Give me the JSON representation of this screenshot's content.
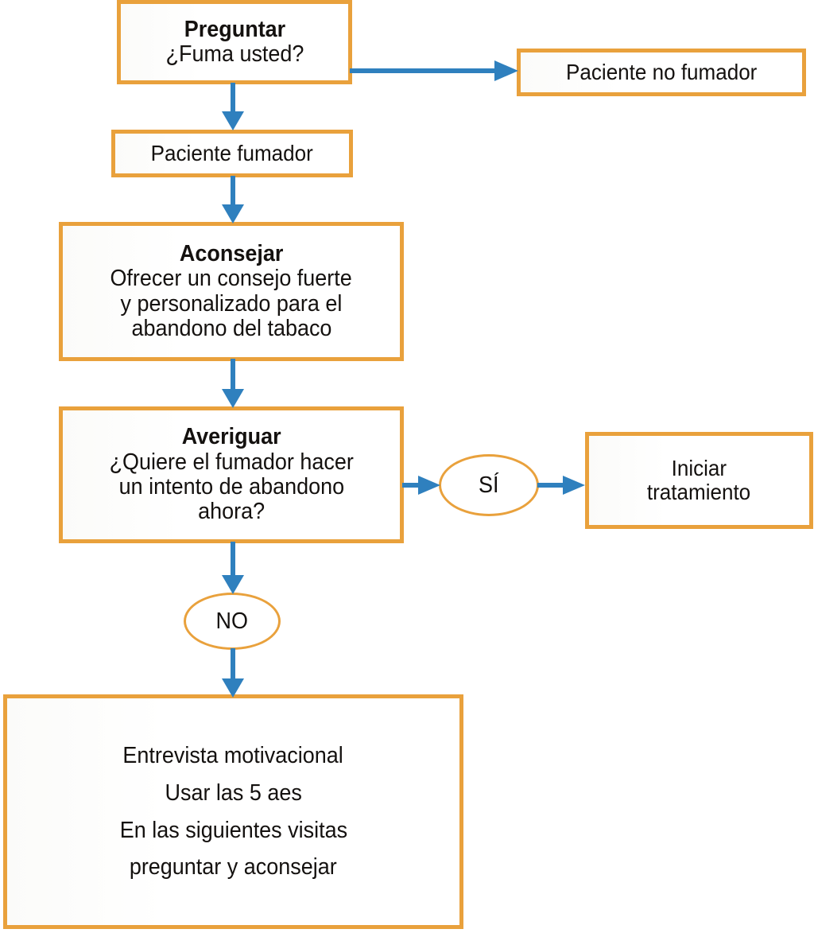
{
  "diagram": {
    "title_text": "",
    "colors": {
      "node_border": "#e9a13c",
      "ellipse_border": "#e9a13c",
      "arrow": "#2f80be",
      "text": "#14110f",
      "background": "#ffffff"
    },
    "nodes": {
      "preguntar": {
        "header": "Preguntar",
        "line2": "¿Fuma usted?"
      },
      "paciente_no_fumador": {
        "label": "Paciente no fumador"
      },
      "paciente_fumador": {
        "label": "Paciente fumador"
      },
      "aconsejar": {
        "header": "Aconsejar",
        "line2": "Ofrecer un consejo fuerte",
        "line3": "y personalizado para el",
        "line4": "abandono del tabaco"
      },
      "averiguar": {
        "header": "Averiguar",
        "line2": "¿Quiere el fumador hacer",
        "line3": "un intento de abandono",
        "line4": "ahora?"
      },
      "si": {
        "label": "SÍ"
      },
      "no": {
        "label": "NO"
      },
      "iniciar_tratamiento": {
        "line1": "Iniciar",
        "line2": "tratamiento"
      },
      "entrevista": {
        "line1": "Entrevista motivacional",
        "line2": "Usar las 5 aes",
        "line3": "En las siguientes visitas",
        "line4": "preguntar y aconsejar"
      }
    },
    "edges": [
      {
        "name": "preguntar-to-paciente-no-fumador",
        "direction": "right"
      },
      {
        "name": "preguntar-to-paciente-fumador",
        "direction": "down"
      },
      {
        "name": "paciente-fumador-to-aconsejar",
        "direction": "down"
      },
      {
        "name": "aconsejar-to-averiguar",
        "direction": "down"
      },
      {
        "name": "averiguar-to-si",
        "direction": "right"
      },
      {
        "name": "si-to-iniciar-tratamiento",
        "direction": "right"
      },
      {
        "name": "averiguar-to-no",
        "direction": "down"
      },
      {
        "name": "no-to-entrevista",
        "direction": "down"
      }
    ]
  }
}
